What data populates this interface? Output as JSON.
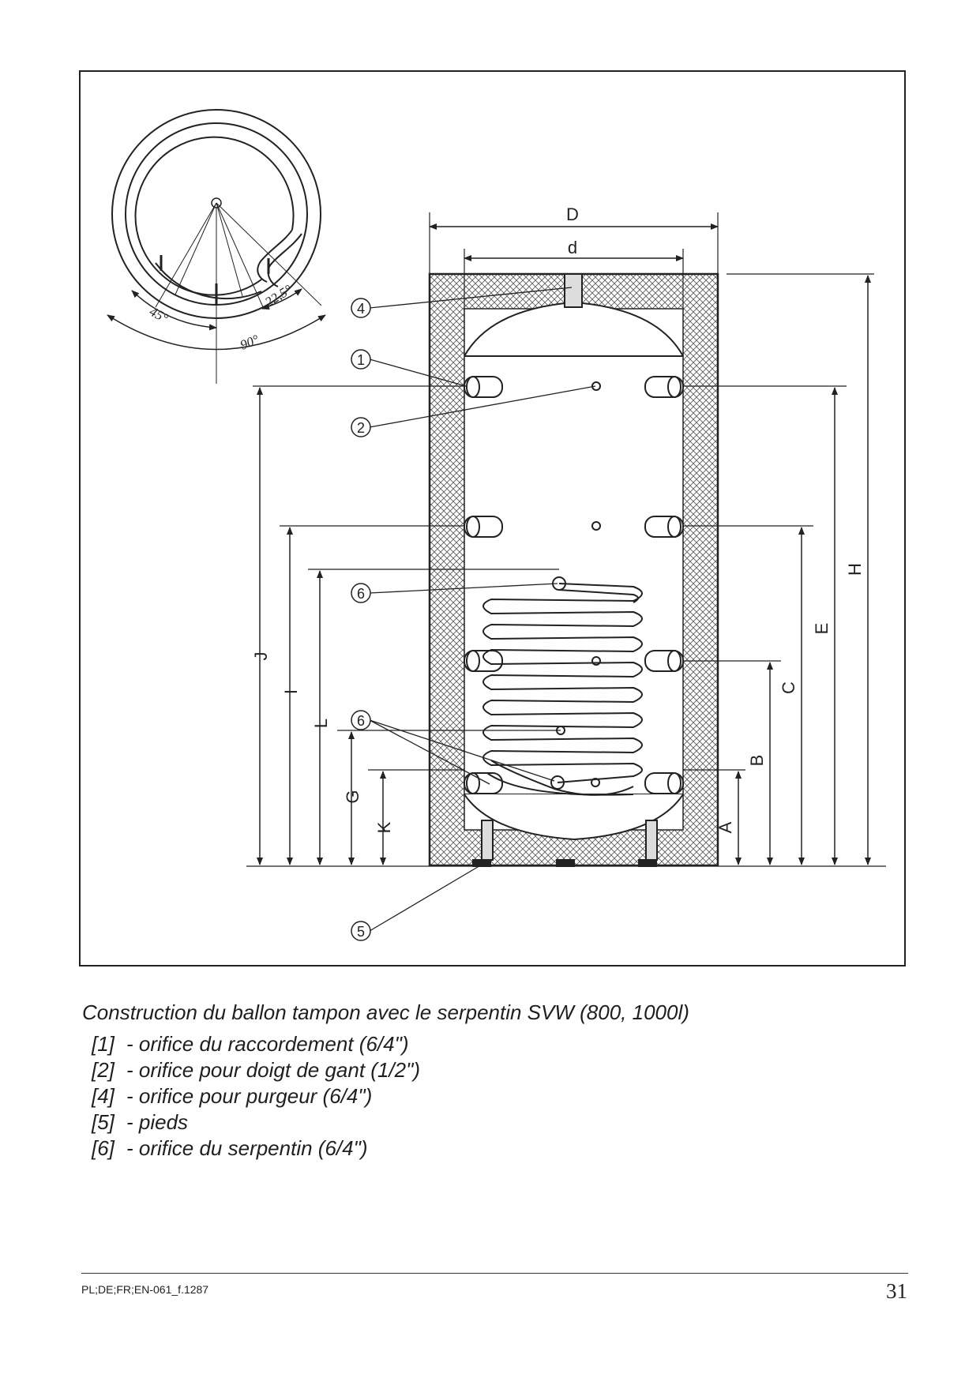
{
  "figure": {
    "angles": [
      "45°",
      "22,5°",
      "90°"
    ],
    "dimensions": {
      "D": "D",
      "d": "d",
      "H": "H",
      "E": "E",
      "C": "C",
      "B": "B",
      "A": "A",
      "J": "J",
      "I": "I",
      "L": "L",
      "G": "G",
      "K": "K"
    },
    "callouts": [
      "4",
      "1",
      "2",
      "6",
      "6",
      "5"
    ]
  },
  "caption": "Construction du ballon tampon avec le serpentin SVW (800, 1000l)",
  "legend": [
    {
      "code": "[1]",
      "text": "- orifice du raccordement (6/4\")"
    },
    {
      "code": "[2]",
      "text": "- orifice pour doigt de gant (1/2\")"
    },
    {
      "code": "[4]",
      "text": "- orifice pour purgeur (6/4\")"
    },
    {
      "code": "[5]",
      "text": "- pieds"
    },
    {
      "code": "[6]",
      "text": "- orifice du serpentin (6/4\")"
    }
  ],
  "footer": {
    "doc_code": "PL;DE;FR;EN-061_f.1287",
    "page_number": "31"
  }
}
